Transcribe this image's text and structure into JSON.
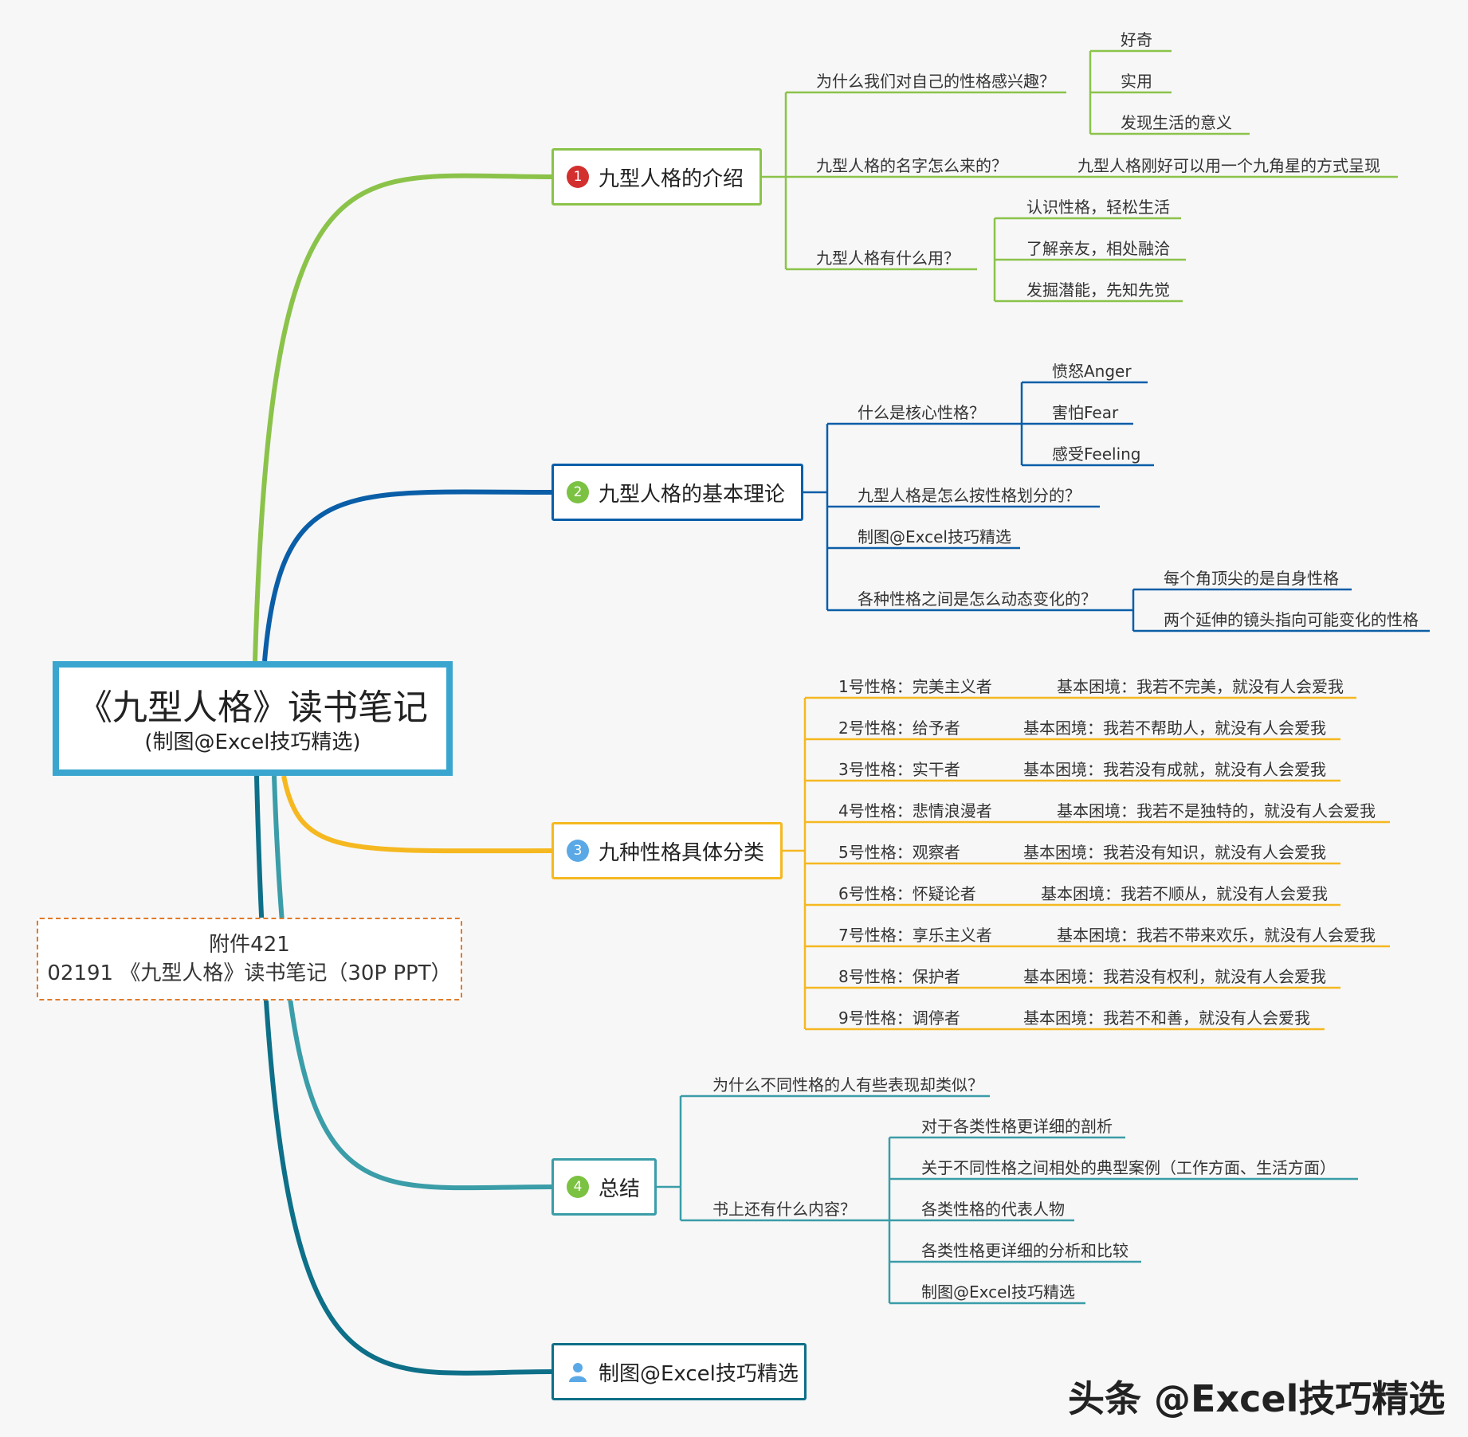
{
  "root": {
    "title": "《九型人格》读书笔记",
    "subtitle": "(制图@Excel技巧精选)"
  },
  "attachment": {
    "line1": "附件421",
    "line2": "02191 《九型人格》读书笔记（30P PPT）"
  },
  "branches": [
    {
      "num": "1",
      "label": "九型人格的介绍",
      "color": "#8bc34a",
      "badge": "#d32f2f",
      "children": [
        {
          "label": "为什么我们对自己的性格感兴趣？",
          "children": [
            "好奇",
            "实用",
            "发现生活的意义"
          ]
        },
        {
          "label": "九型人格的名字怎么来的？",
          "children": [
            "九型人格刚好可以用一个九角星的方式呈现"
          ]
        },
        {
          "label": "九型人格有什么用？",
          "children": [
            "认识性格，轻松生活",
            "了解亲友，相处融洽",
            "发掘潜能，先知先觉"
          ]
        }
      ]
    },
    {
      "num": "2",
      "label": "九型人格的基本理论",
      "color": "#0a5ea8",
      "badge": "#7cc242",
      "children": [
        {
          "label": "什么是核心性格？",
          "children": [
            "愤怒Anger",
            "害怕Fear",
            "感受Feeling"
          ]
        },
        {
          "label": "九型人格是怎么按性格划分的？",
          "children": []
        },
        {
          "label": "制图@Excel技巧精选",
          "children": []
        },
        {
          "label": "各种性格之间是怎么动态变化的？",
          "children": [
            "每个角顶尖的是自身性格",
            "两个延伸的镜头指向可能变化的性格"
          ]
        }
      ]
    },
    {
      "num": "3",
      "label": "九种性格具体分类",
      "color": "#f5b820",
      "badge": "#5aa9e6",
      "children": [
        {
          "label": "1号性格：完美主义者",
          "children": [
            "基本困境：我若不完美，就没有人会爱我"
          ]
        },
        {
          "label": "2号性格：给予者",
          "children": [
            "基本困境：我若不帮助人，就没有人会爱我"
          ]
        },
        {
          "label": "3号性格：实干者",
          "children": [
            "基本困境：我若没有成就，就没有人会爱我"
          ]
        },
        {
          "label": "4号性格：悲情浪漫者",
          "children": [
            "基本困境：我若不是独特的，就没有人会爱我"
          ]
        },
        {
          "label": "5号性格：观察者",
          "children": [
            "基本困境：我若没有知识，就没有人会爱我"
          ]
        },
        {
          "label": "6号性格：怀疑论者",
          "children": [
            "基本困境：我若不顺从，就没有人会爱我"
          ]
        },
        {
          "label": "7号性格：享乐主义者",
          "children": [
            "基本困境：我若不带来欢乐，就没有人会爱我"
          ]
        },
        {
          "label": "8号性格：保护者",
          "children": [
            "基本困境：我若没有权利，就没有人会爱我"
          ]
        },
        {
          "label": "9号性格：调停者",
          "children": [
            "基本困境：我若不和善，就没有人会爱我"
          ]
        }
      ]
    },
    {
      "num": "4",
      "label": "总结",
      "color": "#3a9da8",
      "badge": "#7cc242",
      "children": [
        {
          "label": "为什么不同性格的人有些表现却类似？",
          "children": []
        },
        {
          "label": "书上还有什么内容？",
          "children": [
            "对于各类性格更详细的剖析",
            "关于不同性格之间相处的典型案例（工作方面、生活方面）",
            "各类性格的代表人物",
            "各类性格更详细的分析和比较",
            "制图@Excel技巧精选"
          ]
        }
      ]
    },
    {
      "num": "",
      "label": "制图@Excel技巧精选",
      "color": "#0e6f88",
      "badge": "#5aa9e6",
      "icon": "person-icon",
      "children": []
    }
  ],
  "watermark": "头条 @Excel技巧精选"
}
